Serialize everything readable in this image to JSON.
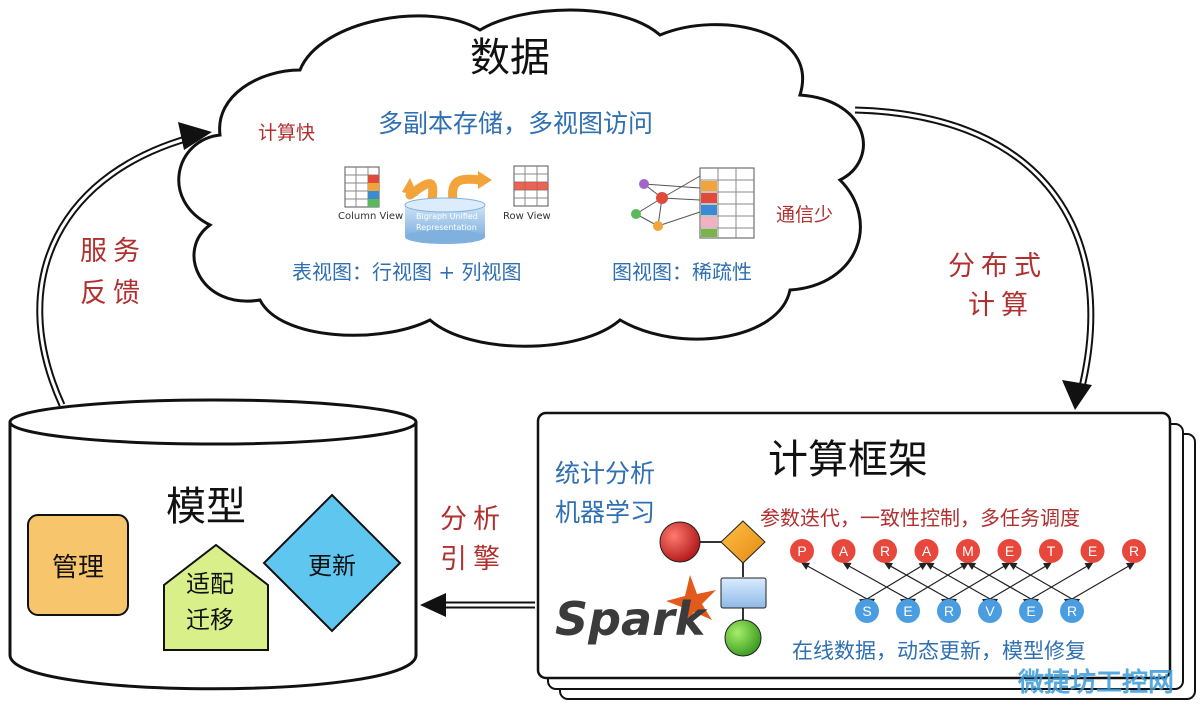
{
  "cloud": {
    "title": "数据",
    "subtitle": "多副本存储，多视图访问",
    "fast_label": "计算快",
    "less_comm_label": "通信少",
    "column_view": "Column View",
    "unified_top": "Bigraph Unified",
    "unified_bottom": "Representation",
    "row_view": "Row View",
    "table_view_label": "表视图：行视图 + 列视图",
    "graph_view_label": "图视图：稀疏性"
  },
  "arrows": {
    "distributed_line1": "分布式",
    "distributed_line2": "计算",
    "service_line1": "服务",
    "service_line2": "反馈",
    "engine_line1": "分析",
    "engine_line2": "引擎"
  },
  "model": {
    "title": "模型",
    "manage": "管理",
    "adapt_line1": "适配",
    "adapt_line2": "迁移",
    "update": "更新"
  },
  "framework": {
    "title": "计算框架",
    "left_line1": "统计分析",
    "left_line2": "机器学习",
    "spark": "Spark",
    "ps_caption": "参数迭代，一致性控制，多任务调度",
    "parameter_letters": [
      "P",
      "A",
      "R",
      "A",
      "M",
      "E",
      "T",
      "E",
      "R"
    ],
    "server_letters": [
      "S",
      "E",
      "R",
      "V",
      "E",
      "R"
    ],
    "bottom_caption": "在线数据，动态更新，模型修复"
  },
  "watermark": "微捷坊工控网",
  "colors": {
    "red_text": "#b0302f",
    "blue_text": "#2f6fb2",
    "param_node": "#e8473b",
    "server_node": "#4a9de0",
    "manage_box": "#f7c56b",
    "adapt_box": "#d9f08a",
    "update_diamond": "#5fc6f0",
    "watermark": "#3a9bd9"
  }
}
